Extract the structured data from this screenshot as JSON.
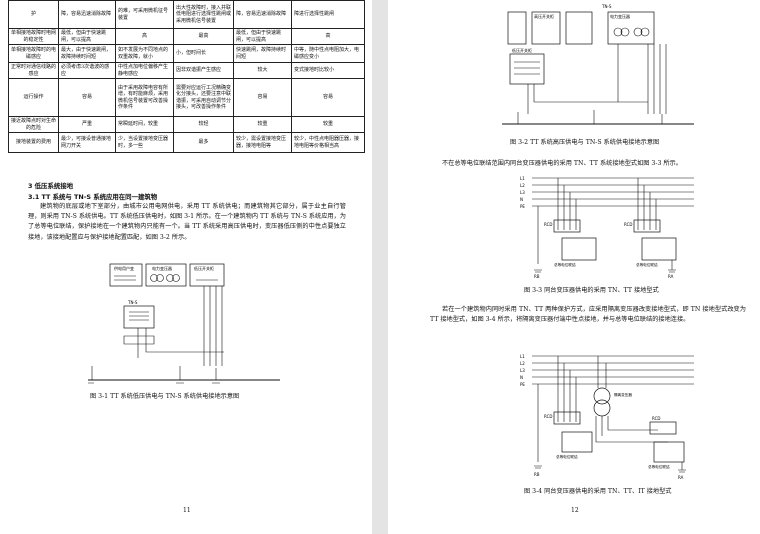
{
  "left_page": {
    "table": {
      "rows": [
        [
          "护",
          "障，容易迅速消除故障",
          "的难，可采用微机征号装置",
          "出大性故障时，接入并联低电阻进行选择性跳闸或采用微机信号装置",
          "障，容易迅速消除故障",
          "障进行选择性跳闸"
        ],
        [
          "单相接地故障时电网的稳定性",
          "最低，但由于快速跳闸，可以提高",
          "高",
          "最高",
          "最低，但由于快速跳闸，可以提高",
          "高"
        ],
        [
          "单相接地故障时的电磁感应",
          "最大，由于快速跳闸，故障持续时间短",
          "如不发展为不同地点的双重故障，就小",
          "小，但时间长",
          "快速跳闸，故障持续时间短",
          "中等，随中性点电阻加大，电磁感应变小"
        ],
        [
          "正常时对通信线路的感应",
          "必须考虑3次谐波的感应",
          "中性点加电位偏移产生静电感应",
          "因非双谐振产生感应",
          "较大",
          "变式接地时比较小"
        ],
        [
          "运行操作",
          "容易",
          "由于采用故障电容有所增，有时能麻烦，采用微机信号装置可改善操作条件",
          "需要对应运行工况精确变化分接头，还要注意中联谐振，可采用自动调节分接头，可改善操作条件",
          "容易",
          "容易"
        ],
        [
          "接近故障点时对生命的危险",
          "严重",
          "常瞬延时间，较重",
          "较轻",
          "较重",
          "较重"
        ],
        [
          "接地装置的费用",
          "最少，可接设普通接地网刀开关",
          "少，当设置接地变压器时，多一些",
          "最多",
          "较少，需设置接地变压器，接地电阻等",
          "较少，中性点电阻器压器，接地电阻等价格相当高"
        ]
      ]
    },
    "section_title": "3  低压系统接地",
    "subsection_title": "3.1  TT 系统与 TN-S 系统应用在同一建筑物",
    "paragraph": "建筑物的底层或地下室部分，由城市公用电网供电，采用 TT 系统供电；而建筑物其它部分，属于业主自行管理，则采用 TN-S 系统供电。TT 系统低压供电时，如图 3-1 所示。在一个建筑物内 TT 系统与 TN-S 系统应用，为了总等电位联结，保护接地在一个建筑物内只能有一个。当 TT 系统采用高压供电时，变压器低压侧的中性点要独立接地，该接地配置应与保护接地配置匹配，如图 3-2 所示。",
    "fig_labels": {
      "a": "供电用户变",
      "b": "电力变压器",
      "c": "低压开关柜",
      "d": "TN-S"
    },
    "figure_caption": "图 3-1   TT 系统低压供电与 TN-S 系统供电接地示意图",
    "page_number": "11"
  },
  "right_page": {
    "fig2_labels": {
      "a": "TN-S",
      "b": "高压开关柜",
      "c": "电力变压器",
      "d": "低压开关柜"
    },
    "figure2_caption": "图 3-2   TT 系统高压供电与 TN-S 系统供电接地示意图",
    "paragraph1": "不在总等电位联结范围内同台变压器供电的采用 TN、TT 系统接地型式如图 3-3 所示。",
    "fig3_labels": {
      "l1": "L1",
      "l2": "L2",
      "l3": "L3",
      "n": "N",
      "pe": "PE",
      "rcd1": "RCD",
      "rcd2": "RCD",
      "eq1": "总等电位联结",
      "eq2": "总等电位联结",
      "rb": "RB",
      "ra": "RA"
    },
    "figure3_caption": "图 3-3   同台变压器供电的采用 TN、TT 接地型式",
    "paragraph2": "若在一个建筑物内同时采用 TN、TT 两种保护方式，应采用隔离变压器改变接地型式，即 TN 接地型式改变为 TT 接地型式，如图 3-4 所示，将隔离变压器付端中性点接地，并与总等电位联结的接地连接。",
    "fig4_labels": {
      "l1": "L1",
      "l2": "L2",
      "l3": "L3",
      "n": "N",
      "pe": "PE",
      "iso": "隔离变压器",
      "rcd1": "RCD",
      "rcd2": "RCD",
      "eq1": "总等电位联结",
      "eq2": "总等电位联结",
      "rb": "RB",
      "ra": "RA"
    },
    "figure4_caption": "图 3-4   同台变压器供电的采用 TN、TT、IT 接地型式",
    "page_number": "12"
  }
}
